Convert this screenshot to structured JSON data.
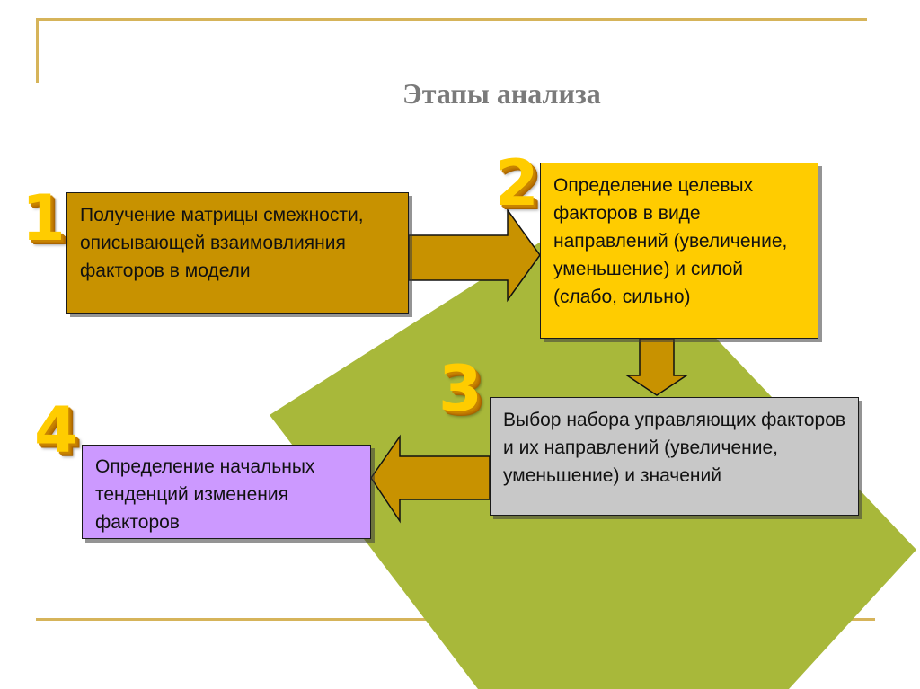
{
  "title": "Этапы анализа",
  "steps": [
    {
      "number": "1",
      "text": "Получение матрицы смежности, описывающей взаимовлияния факторов в модели",
      "color": "#c89200"
    },
    {
      "number": "2",
      "text": "Определение целевых факторов в виде направлений (увеличение, уменьшение) и силой (слабо, сильно)",
      "color": "#ffcc00"
    },
    {
      "number": "3",
      "text": "Выбор набора управляющих факторов и их направлений (увеличение, уменьшение) и значений",
      "color": "#c8c8c8"
    },
    {
      "number": "4",
      "text": "Определение начальных тенденций изменения факторов",
      "color": "#cc99ff"
    }
  ],
  "colors": {
    "background_shape": "#a8b83a",
    "arrow": "#c89200",
    "frame_line": "#d6b45a",
    "number": "#ffcc00"
  }
}
